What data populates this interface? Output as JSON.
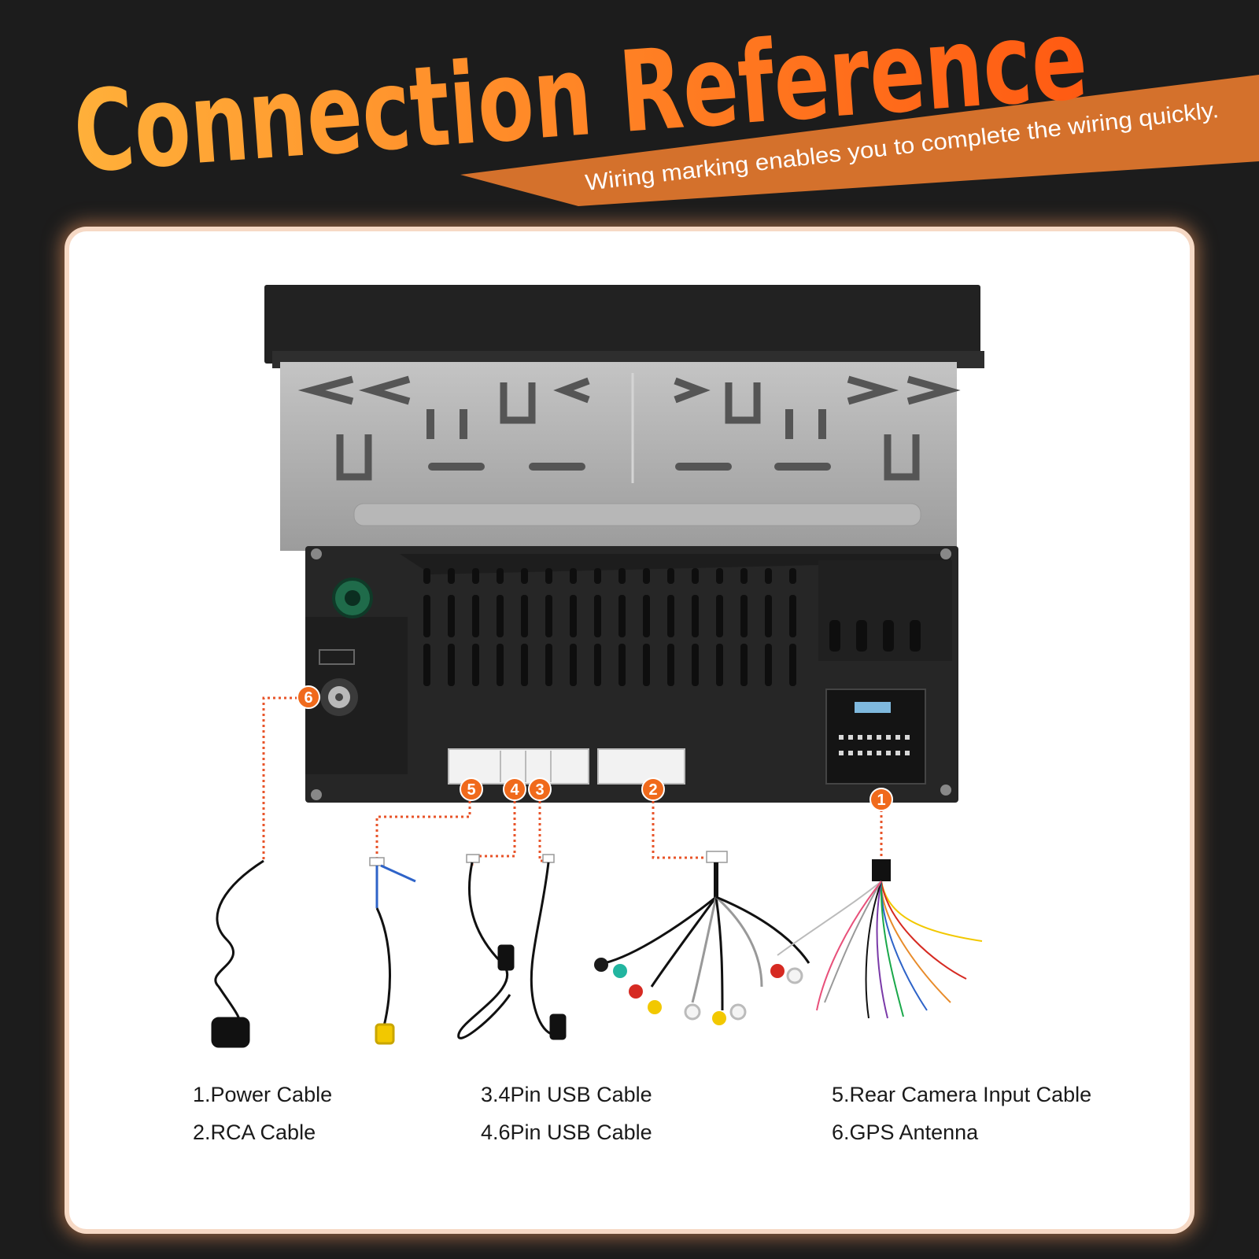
{
  "header": {
    "title": "Connection Reference",
    "subtitle": "Wiring marking enables you to complete the wiring quickly."
  },
  "colors": {
    "background": "#1c1c1c",
    "accent_orange": "#f06a1c",
    "ribbon": "#d4712c",
    "title_gradient_start": "#ffb03a",
    "title_gradient_end": "#ff5a12",
    "dotted_line": "#e8542a",
    "card": "#ffffff"
  },
  "ports": [
    {
      "number": "1",
      "name": "Power Cable"
    },
    {
      "number": "2",
      "name": "RCA Cable"
    },
    {
      "number": "3",
      "name": "4Pin USB Cable"
    },
    {
      "number": "4",
      "name": "6Pin USB Cable"
    },
    {
      "number": "5",
      "name": "Rear Camera Input Cable"
    },
    {
      "number": "6",
      "name": "GPS Antenna"
    }
  ],
  "legend": [
    "1.Power Cable",
    "2.RCA Cable",
    "3.4Pin USB Cable",
    "4.6Pin USB Cable",
    "5.Rear Camera Input Cable",
    "6.GPS Antenna"
  ]
}
